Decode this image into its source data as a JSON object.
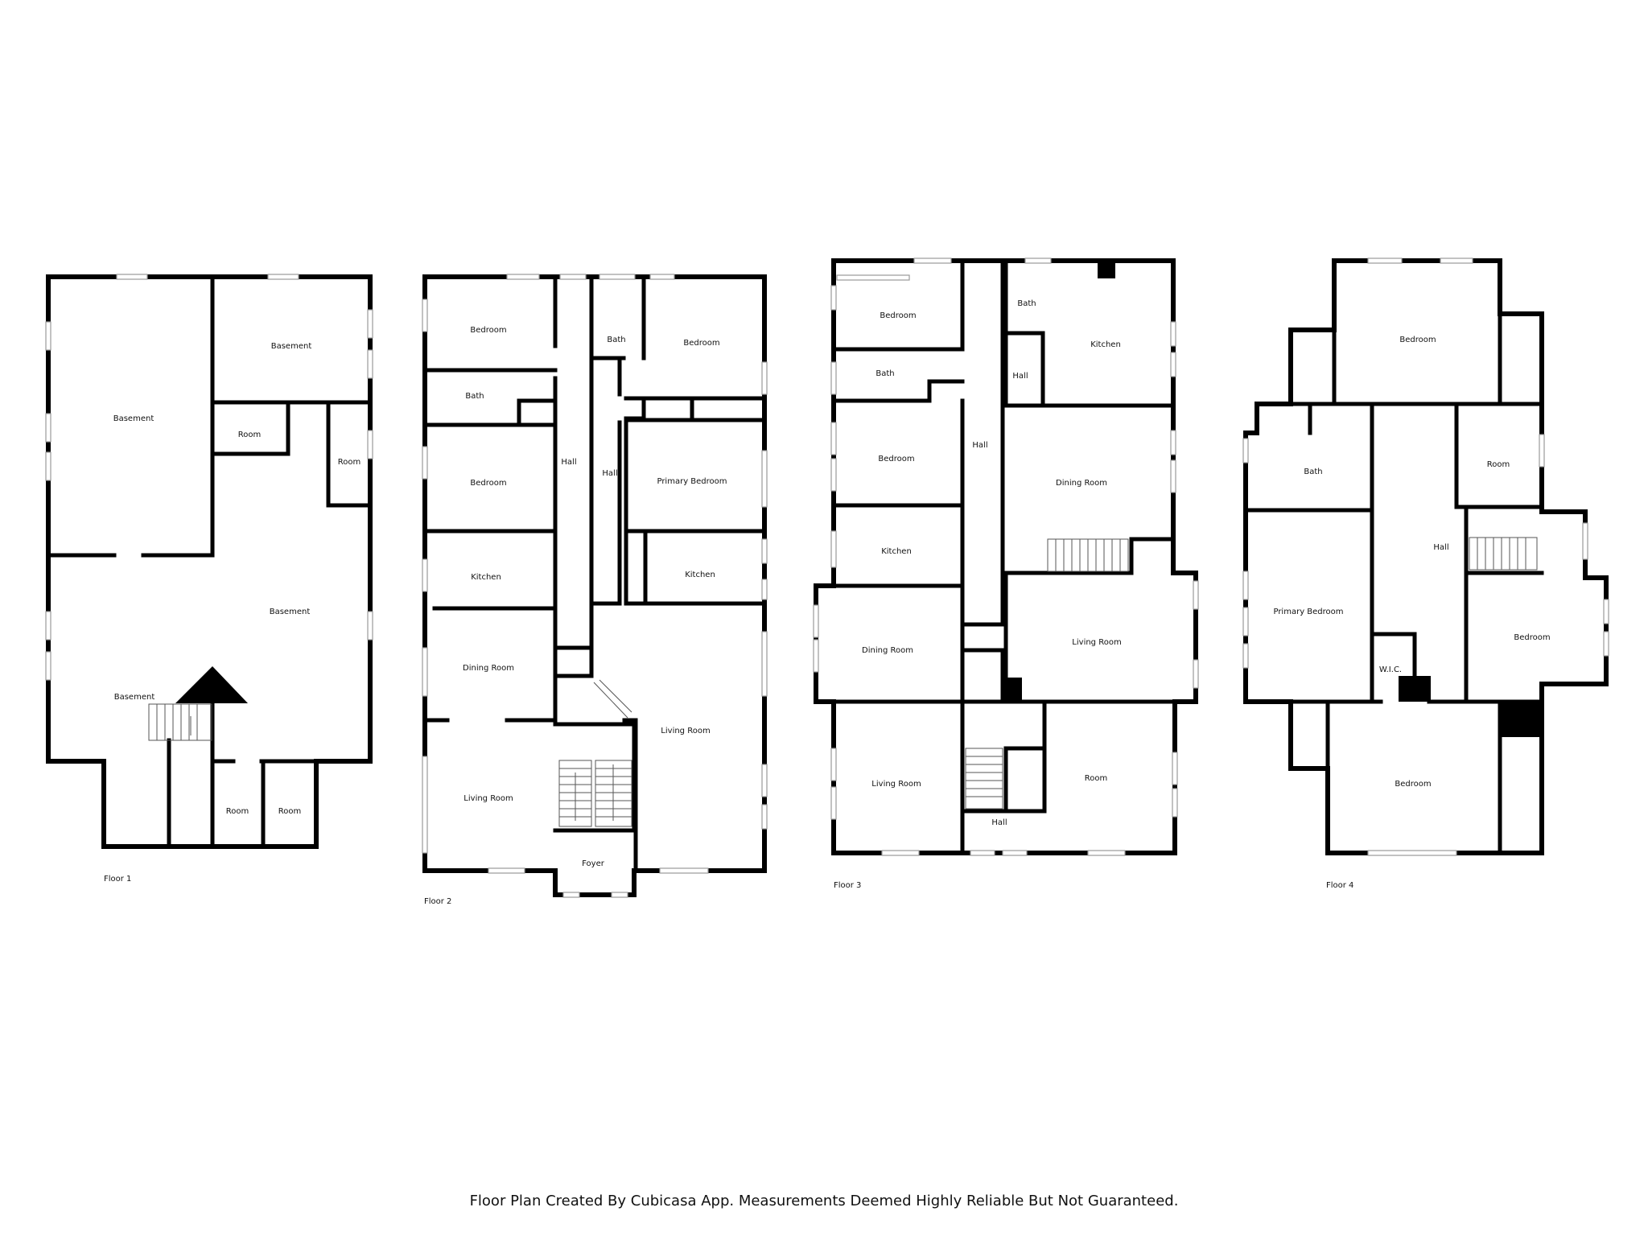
{
  "floors": [
    {
      "label": "Floor 1",
      "rooms": [
        "Basement",
        "Basement",
        "Room",
        "Room",
        "Basement",
        "Basement",
        "Room",
        "Room"
      ]
    },
    {
      "label": "Floor 2",
      "rooms": [
        "Bedroom",
        "Bath",
        "Bedroom",
        "Kitchen",
        "Dining Room",
        "Living Room",
        "Hall",
        "Bath",
        "Hall",
        "Bedroom",
        "Primary Bedroom",
        "Kitchen",
        "Living Room",
        "Foyer"
      ]
    },
    {
      "label": "Floor 3",
      "rooms": [
        "Bedroom",
        "Bath",
        "Bedroom",
        "Kitchen",
        "Dining Room",
        "Living Room",
        "Hall",
        "Bath",
        "Hall",
        "Kitchen",
        "Dining Room",
        "Living Room",
        "Hall",
        "Room"
      ]
    },
    {
      "label": "Floor 4",
      "rooms": [
        "Bedroom",
        "Bath",
        "Room",
        "Hall",
        "Primary Bedroom",
        "W.I.C.",
        "Bedroom",
        "Bedroom"
      ]
    }
  ],
  "footer": "Floor Plan Created By Cubicasa App. Measurements Deemed Highly Reliable But Not Guaranteed."
}
